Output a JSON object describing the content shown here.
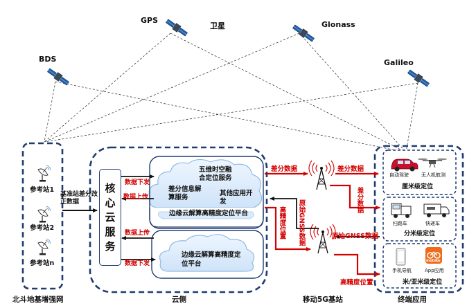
{
  "satellites": {
    "header": "卫星",
    "gps": "GPS",
    "glonass": "Glonass",
    "bds": "BDS",
    "galileo": "Galileo"
  },
  "cors": {
    "station1": "参考站1",
    "station2": "参考站2",
    "stationN": "参考站n",
    "correction_label": "基准站差分改正数据",
    "footer": "北斗地基增强网"
  },
  "cloud": {
    "core_service": "核心云服务",
    "inner_top_line1": "五维时空融",
    "inner_top_line2": "合定位服务",
    "inner_diff_line1": "差分信息解",
    "inner_diff_line2": "算服务",
    "inner_other_line1": "其他应用开",
    "inner_other_line2": "发",
    "edge_platform_top": "边缘云解算高精度定位平台",
    "edge_platform_bottom_line1": "边缘云解算高精度定",
    "edge_platform_bottom_line2": "位平台",
    "data_down": "数据下发",
    "data_up": "数据上传",
    "footer": "云侧"
  },
  "base_station": {
    "diff_data_left": "差分数据",
    "diff_data_right": "差分数据",
    "diff_data_vertical": "差分数据",
    "raw_gnss_vertical": "原始GNSS数据",
    "raw_gnss_horizontal": "原始GNSS数据",
    "hp_position_vertical": "高精度位置",
    "hp_position_horizontal": "高精度位置",
    "footer": "移动5G基站"
  },
  "terminals": {
    "cm": {
      "item1": "自动驾驶",
      "item2": "无人机航测",
      "title": "厘米级定位"
    },
    "dm": {
      "item1": "扫路车",
      "item2": "快递车",
      "title": "分米级定位"
    },
    "m": {
      "item1": "手机导航",
      "item2": "App应用",
      "app_logo_text": "mobike",
      "title": "米/亚米级定位"
    },
    "footer": "终端应用"
  },
  "colors": {
    "dashed_border": "#1f3b70",
    "arrow_red": "#d40000",
    "arrow_black": "#111111",
    "cloud_fill": "#dcebfb",
    "cloud_stroke": "#9cc6ee"
  }
}
